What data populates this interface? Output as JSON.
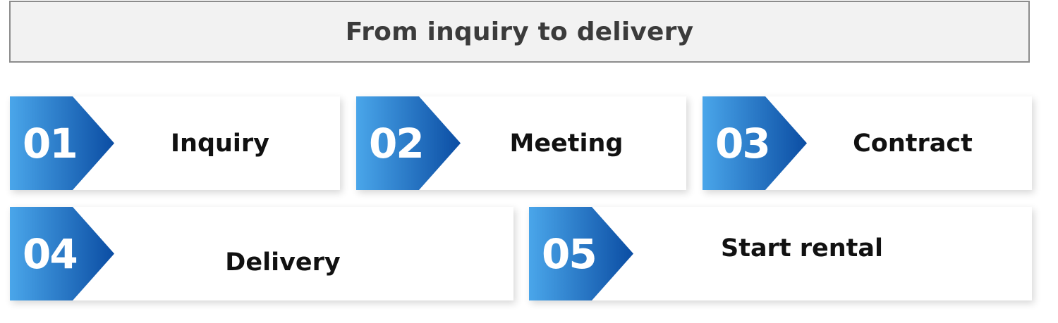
{
  "title": "From inquiry to delivery",
  "colors": {
    "badge_light": "#4aa6ea",
    "badge_dark": "#0b4da3",
    "title_bg": "#f2f2f2",
    "title_border": "#8c8c8c"
  },
  "steps": [
    {
      "number": "01",
      "label": "Inquiry"
    },
    {
      "number": "02",
      "label": "Meeting"
    },
    {
      "number": "03",
      "label": "Contract"
    },
    {
      "number": "04",
      "label": "Delivery"
    },
    {
      "number": "05",
      "label": "Start rental"
    }
  ]
}
